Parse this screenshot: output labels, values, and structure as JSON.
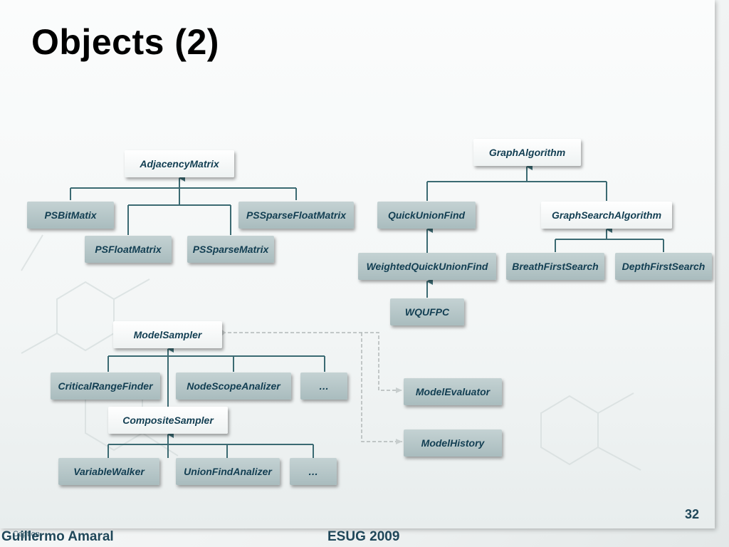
{
  "slide": {
    "title": "Objects (2)",
    "page_number": "32",
    "footer_author": "Guillermo Amaral",
    "footer_overlap": "Caption",
    "footer_event": "ESUG 2009"
  },
  "nodes": {
    "adjacency_matrix": "AdjacencyMatrix",
    "ps_bit_matix": "PSBitMatix",
    "ps_sparse_float_matrix": "PSSparseFloatMatrix",
    "ps_float_matrix": "PSFloatMatrix",
    "ps_sparse_matrix": "PSSparseMatrix",
    "graph_algorithm": "GraphAlgorithm",
    "quick_union_find": "QuickUnionFind",
    "graph_search_algorithm": "GraphSearchAlgorithm",
    "weighted_quick_union_find": "WeightedQuickUnionFind",
    "breath_first_search": "BreathFirstSearch",
    "depth_first_search": "DepthFirstSearch",
    "wqufpc": "WQUFPC",
    "model_sampler": "ModelSampler",
    "critical_range_finder": "CriticalRangeFinder",
    "node_scope_analizer": "NodeScopeAnalizer",
    "ellipsis_1": "…",
    "model_evaluator": "ModelEvaluator",
    "composite_sampler": "CompositeSampler",
    "model_history": "ModelHistory",
    "variable_walker": "VariableWalker",
    "union_find_analizer": "UnionFindAnalizer",
    "ellipsis_2": "…"
  },
  "colors": {
    "line": "#3b6a72",
    "dashed_line": "#b2b8b8",
    "box_text": "#123e52"
  }
}
